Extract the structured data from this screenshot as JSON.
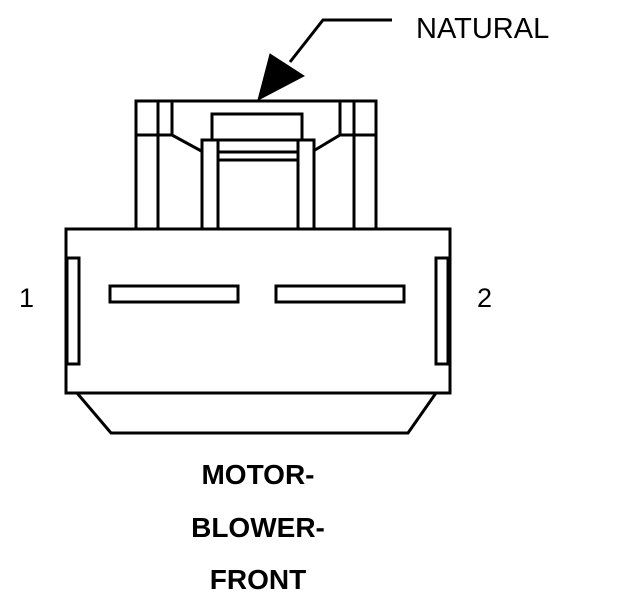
{
  "diagram": {
    "callout": {
      "text": "NATURAL"
    },
    "pins": [
      {
        "label": "1"
      },
      {
        "label": "2"
      }
    ],
    "caption": {
      "lines": [
        "MOTOR-",
        "BLOWER-",
        "FRONT"
      ]
    }
  }
}
